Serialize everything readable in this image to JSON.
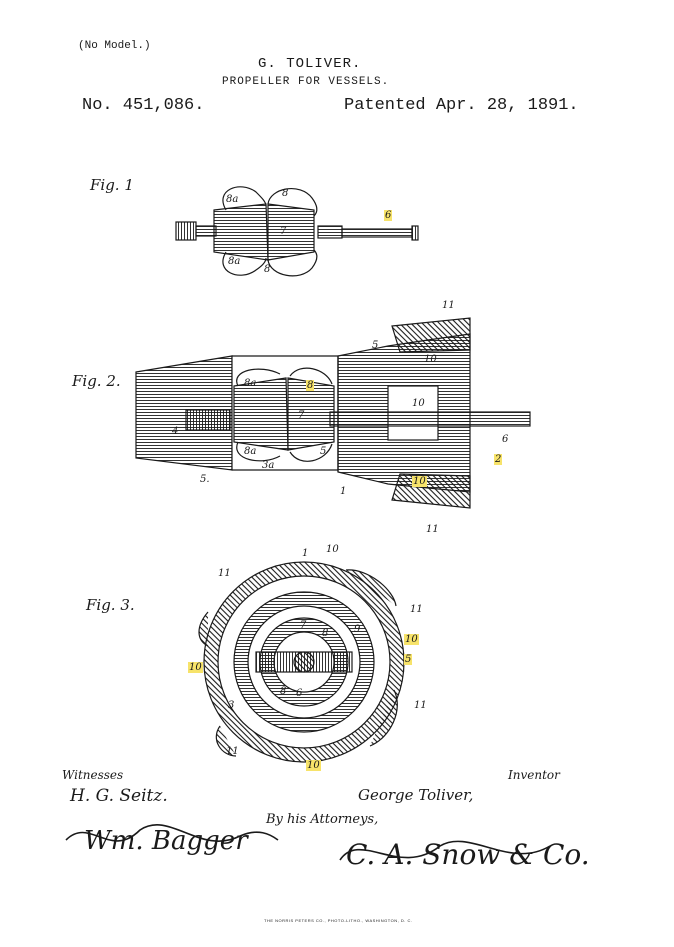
{
  "header": {
    "model_note": "(No Model.)",
    "inventor_title": "G. TOLIVER.",
    "invention_title": "PROPELLER FOR VESSELS.",
    "patent_number": "No. 451,086.",
    "patent_date": "Patented Apr. 28, 1891."
  },
  "figures": {
    "fig1": {
      "label": "Fig. 1",
      "refs": {
        "r8a_top": "8a",
        "r8_top": "8",
        "r7": "7",
        "r6": "6",
        "r8a_bot": "8a",
        "r8_bot": "8"
      }
    },
    "fig2": {
      "label": "Fig. 2.",
      "refs": {
        "r11_top": "11",
        "r5_top": "5",
        "r10_top": "10",
        "r8a_top": "8a",
        "r8": "8",
        "r7": "7",
        "r10_mid": "10",
        "r4": "4",
        "r8a_bot": "8a",
        "r3a": "3a",
        "r5_mid": "5",
        "r6": "6",
        "r2": "2",
        "r5_bot": "5.",
        "r1": "1",
        "r10_bot": "10",
        "r11_bot": "11"
      }
    },
    "fig3": {
      "label": "Fig. 3.",
      "refs": {
        "r1": "1",
        "r10_top": "10",
        "r11_tl": "11",
        "r11_r1": "11",
        "r10_r": "10",
        "r7": "7",
        "r8_a": "8",
        "r9": "9",
        "r10_l": "10",
        "r5": "5",
        "r8_b": "8",
        "r6": "6",
        "r3": "3",
        "r11_r2": "11",
        "r11_bl": "11",
        "r10_bot": "10"
      }
    }
  },
  "signatures": {
    "witnesses_label": "Witnesses",
    "witness1": "H. G. Seitz.",
    "witness2": "Wm. Bagger",
    "inventor_label": "Inventor",
    "inventor_name": "George Toliver,",
    "attorneys_label": "By his Attorneys,",
    "attorney_name": "C. A. Snow & Co."
  },
  "footer": {
    "printer": "THE NORRIS PETERS CO., PHOTO-LITHO., WASHINGTON, D. C."
  },
  "colors": {
    "ink": "#1a1a1a",
    "highlight": "#f7e36a",
    "paper": "#ffffff"
  }
}
